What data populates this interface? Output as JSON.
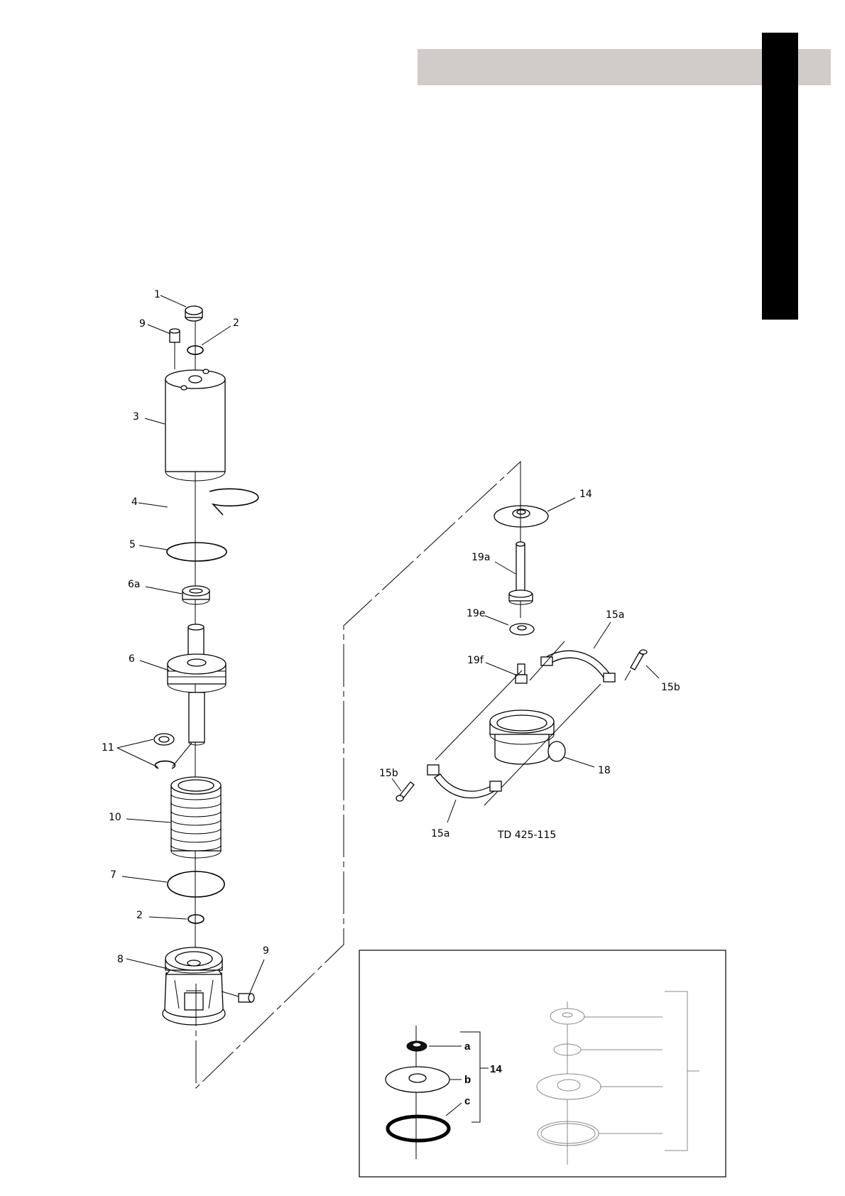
{
  "labels_left": {
    "p1": "1",
    "p9_top": "9",
    "p2_top": "2",
    "p3": "3",
    "p4": "4",
    "p5": "5",
    "p6a": "6a",
    "p6": "6",
    "p11": "11",
    "p10": "10",
    "p7": "7",
    "p2_bottom": "2",
    "p8": "8",
    "p9_bottom": "9"
  },
  "labels_right": {
    "p14": "14",
    "p19a": "19a",
    "p19e": "19e",
    "p15a_top": "15a",
    "p19f": "19f",
    "p15b_right": "15b",
    "p18": "18",
    "p15b_left": "15b",
    "p15a_bottom": "15a",
    "drawing_number": "TD 425-115"
  },
  "inset": {
    "a": "a",
    "b": "b",
    "c": "c",
    "group": "14"
  },
  "colors": {
    "header_band": "#d1ccc9",
    "side_tab": "#000000"
  }
}
